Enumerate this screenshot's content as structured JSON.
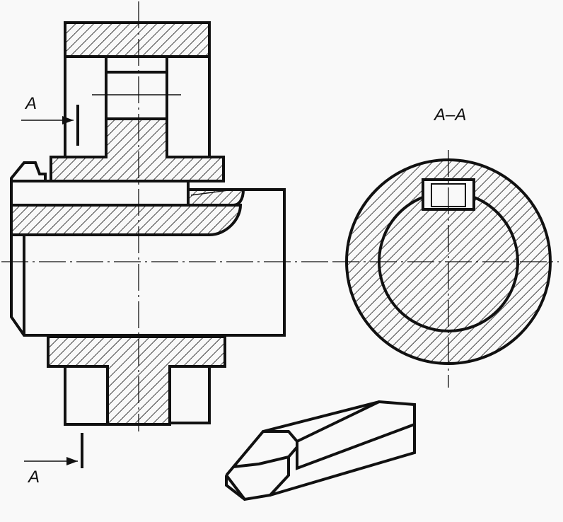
{
  "labels": {
    "section_mark_top": "A",
    "section_mark_bottom": "A",
    "section_title": "A–A"
  }
}
